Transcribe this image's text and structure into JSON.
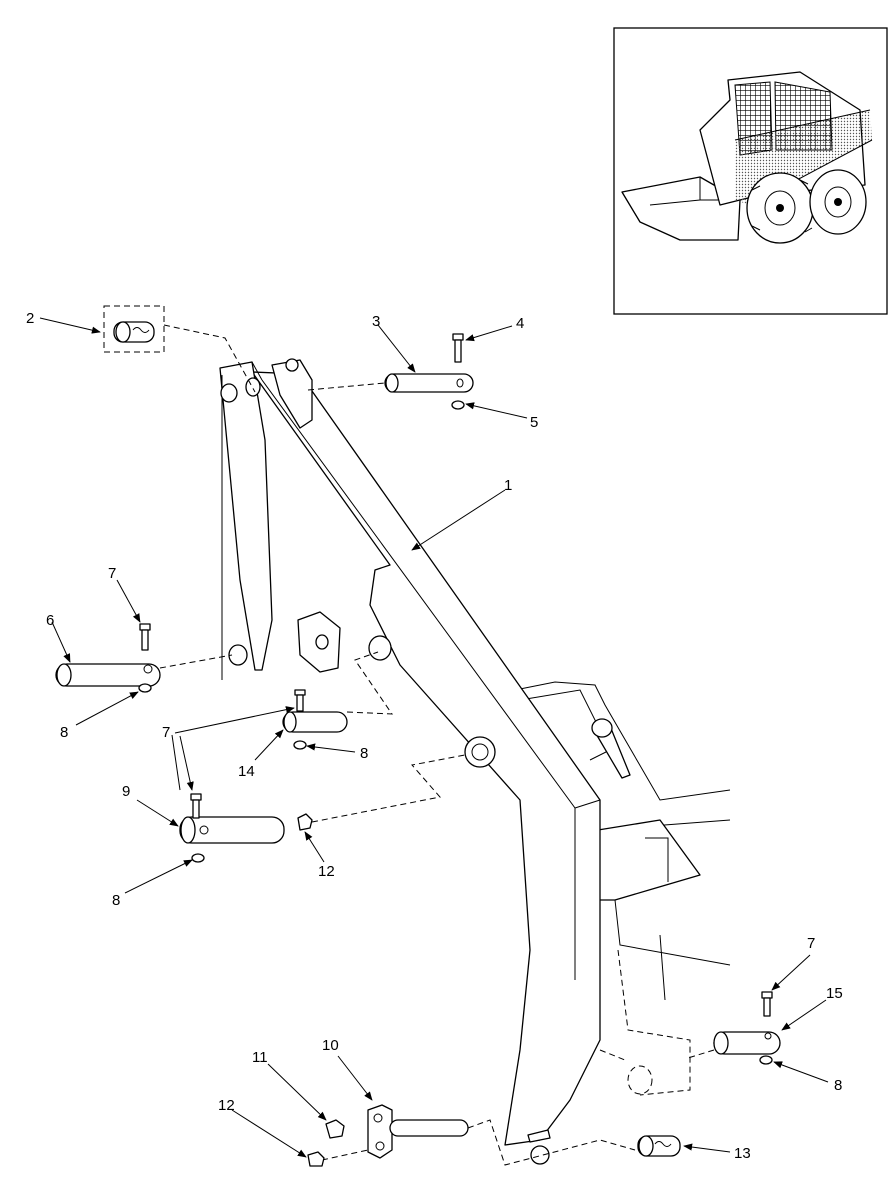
{
  "callouts": [
    {
      "id": "c1",
      "label": "1"
    },
    {
      "id": "c2",
      "label": "2"
    },
    {
      "id": "c3",
      "label": "3"
    },
    {
      "id": "c4",
      "label": "4"
    },
    {
      "id": "c5",
      "label": "5"
    },
    {
      "id": "c6",
      "label": "6"
    },
    {
      "id": "c7a",
      "label": "7"
    },
    {
      "id": "c7b",
      "label": "7"
    },
    {
      "id": "c7c",
      "label": "7"
    },
    {
      "id": "c8a",
      "label": "8"
    },
    {
      "id": "c8b",
      "label": "8"
    },
    {
      "id": "c8c",
      "label": "8"
    },
    {
      "id": "c8d",
      "label": "8"
    },
    {
      "id": "c9",
      "label": "9"
    },
    {
      "id": "c10",
      "label": "10"
    },
    {
      "id": "c11",
      "label": "11"
    },
    {
      "id": "c12a",
      "label": "12"
    },
    {
      "id": "c12b",
      "label": "12"
    },
    {
      "id": "c13",
      "label": "13"
    },
    {
      "id": "c14",
      "label": "14"
    },
    {
      "id": "c15",
      "label": "15"
    }
  ],
  "icons": {
    "inset": "skid-steer-loader-icon",
    "arrow": "arrowhead-icon"
  }
}
